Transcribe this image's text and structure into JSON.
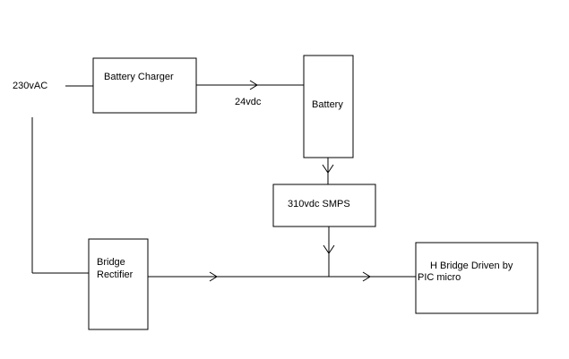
{
  "input_label": "230vAC",
  "battery_charger": {
    "label": "Battery Charger"
  },
  "dc_label": "24vdc",
  "battery": {
    "label": "Battery"
  },
  "smps": {
    "label": "310vdc SMPS"
  },
  "bridge_rectifier": {
    "label_line1": "Bridge",
    "label_line2": "Rectifier"
  },
  "h_bridge": {
    "label_line1": "H Bridge Driven by",
    "label_line2": "PIC micro"
  }
}
